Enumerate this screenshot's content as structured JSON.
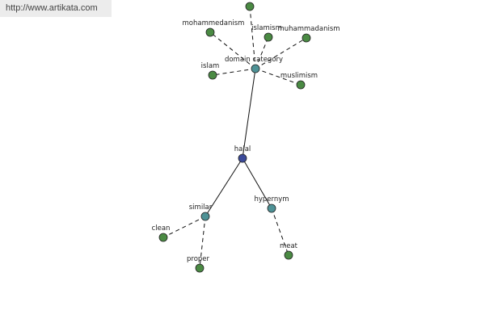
{
  "source_url": "http://www.artikata.com",
  "colors": {
    "root": "#3b4a9a",
    "relation": "#4e9296",
    "leaf": "#4a8a43",
    "node_stroke": "#222222",
    "edge": "#111111"
  },
  "graph": {
    "nodes": [
      {
        "id": "halal",
        "label": "halal",
        "kind": "root"
      },
      {
        "id": "domain_category",
        "label": "domain category",
        "kind": "relation"
      },
      {
        "id": "similar",
        "label": "similar",
        "kind": "relation"
      },
      {
        "id": "hypernym",
        "label": "hypernym",
        "kind": "relation"
      },
      {
        "id": "top",
        "label": "",
        "kind": "leaf"
      },
      {
        "id": "mohammedanism",
        "label": "mohammedanism",
        "kind": "leaf"
      },
      {
        "id": "islamism",
        "label": "islamism",
        "kind": "leaf"
      },
      {
        "id": "muhammadanism",
        "label": "muhammadanism",
        "kind": "leaf"
      },
      {
        "id": "islam",
        "label": "islam",
        "kind": "leaf"
      },
      {
        "id": "muslimism",
        "label": "muslimism",
        "kind": "leaf"
      },
      {
        "id": "clean",
        "label": "clean",
        "kind": "leaf"
      },
      {
        "id": "proper",
        "label": "proper",
        "kind": "leaf"
      },
      {
        "id": "meat",
        "label": "meat",
        "kind": "leaf"
      }
    ],
    "edges": [
      {
        "from": "halal",
        "to": "domain_category",
        "style": "solid"
      },
      {
        "from": "halal",
        "to": "similar",
        "style": "solid"
      },
      {
        "from": "halal",
        "to": "hypernym",
        "style": "solid"
      },
      {
        "from": "domain_category",
        "to": "top",
        "style": "dashed"
      },
      {
        "from": "domain_category",
        "to": "mohammedanism",
        "style": "dashed"
      },
      {
        "from": "domain_category",
        "to": "islamism",
        "style": "dashed"
      },
      {
        "from": "domain_category",
        "to": "muhammadanism",
        "style": "dashed"
      },
      {
        "from": "domain_category",
        "to": "islam",
        "style": "dashed"
      },
      {
        "from": "domain_category",
        "to": "muslimism",
        "style": "dashed"
      },
      {
        "from": "similar",
        "to": "clean",
        "style": "dashed"
      },
      {
        "from": "similar",
        "to": "proper",
        "style": "dashed"
      },
      {
        "from": "hypernym",
        "to": "meat",
        "style": "dashed"
      }
    ]
  }
}
